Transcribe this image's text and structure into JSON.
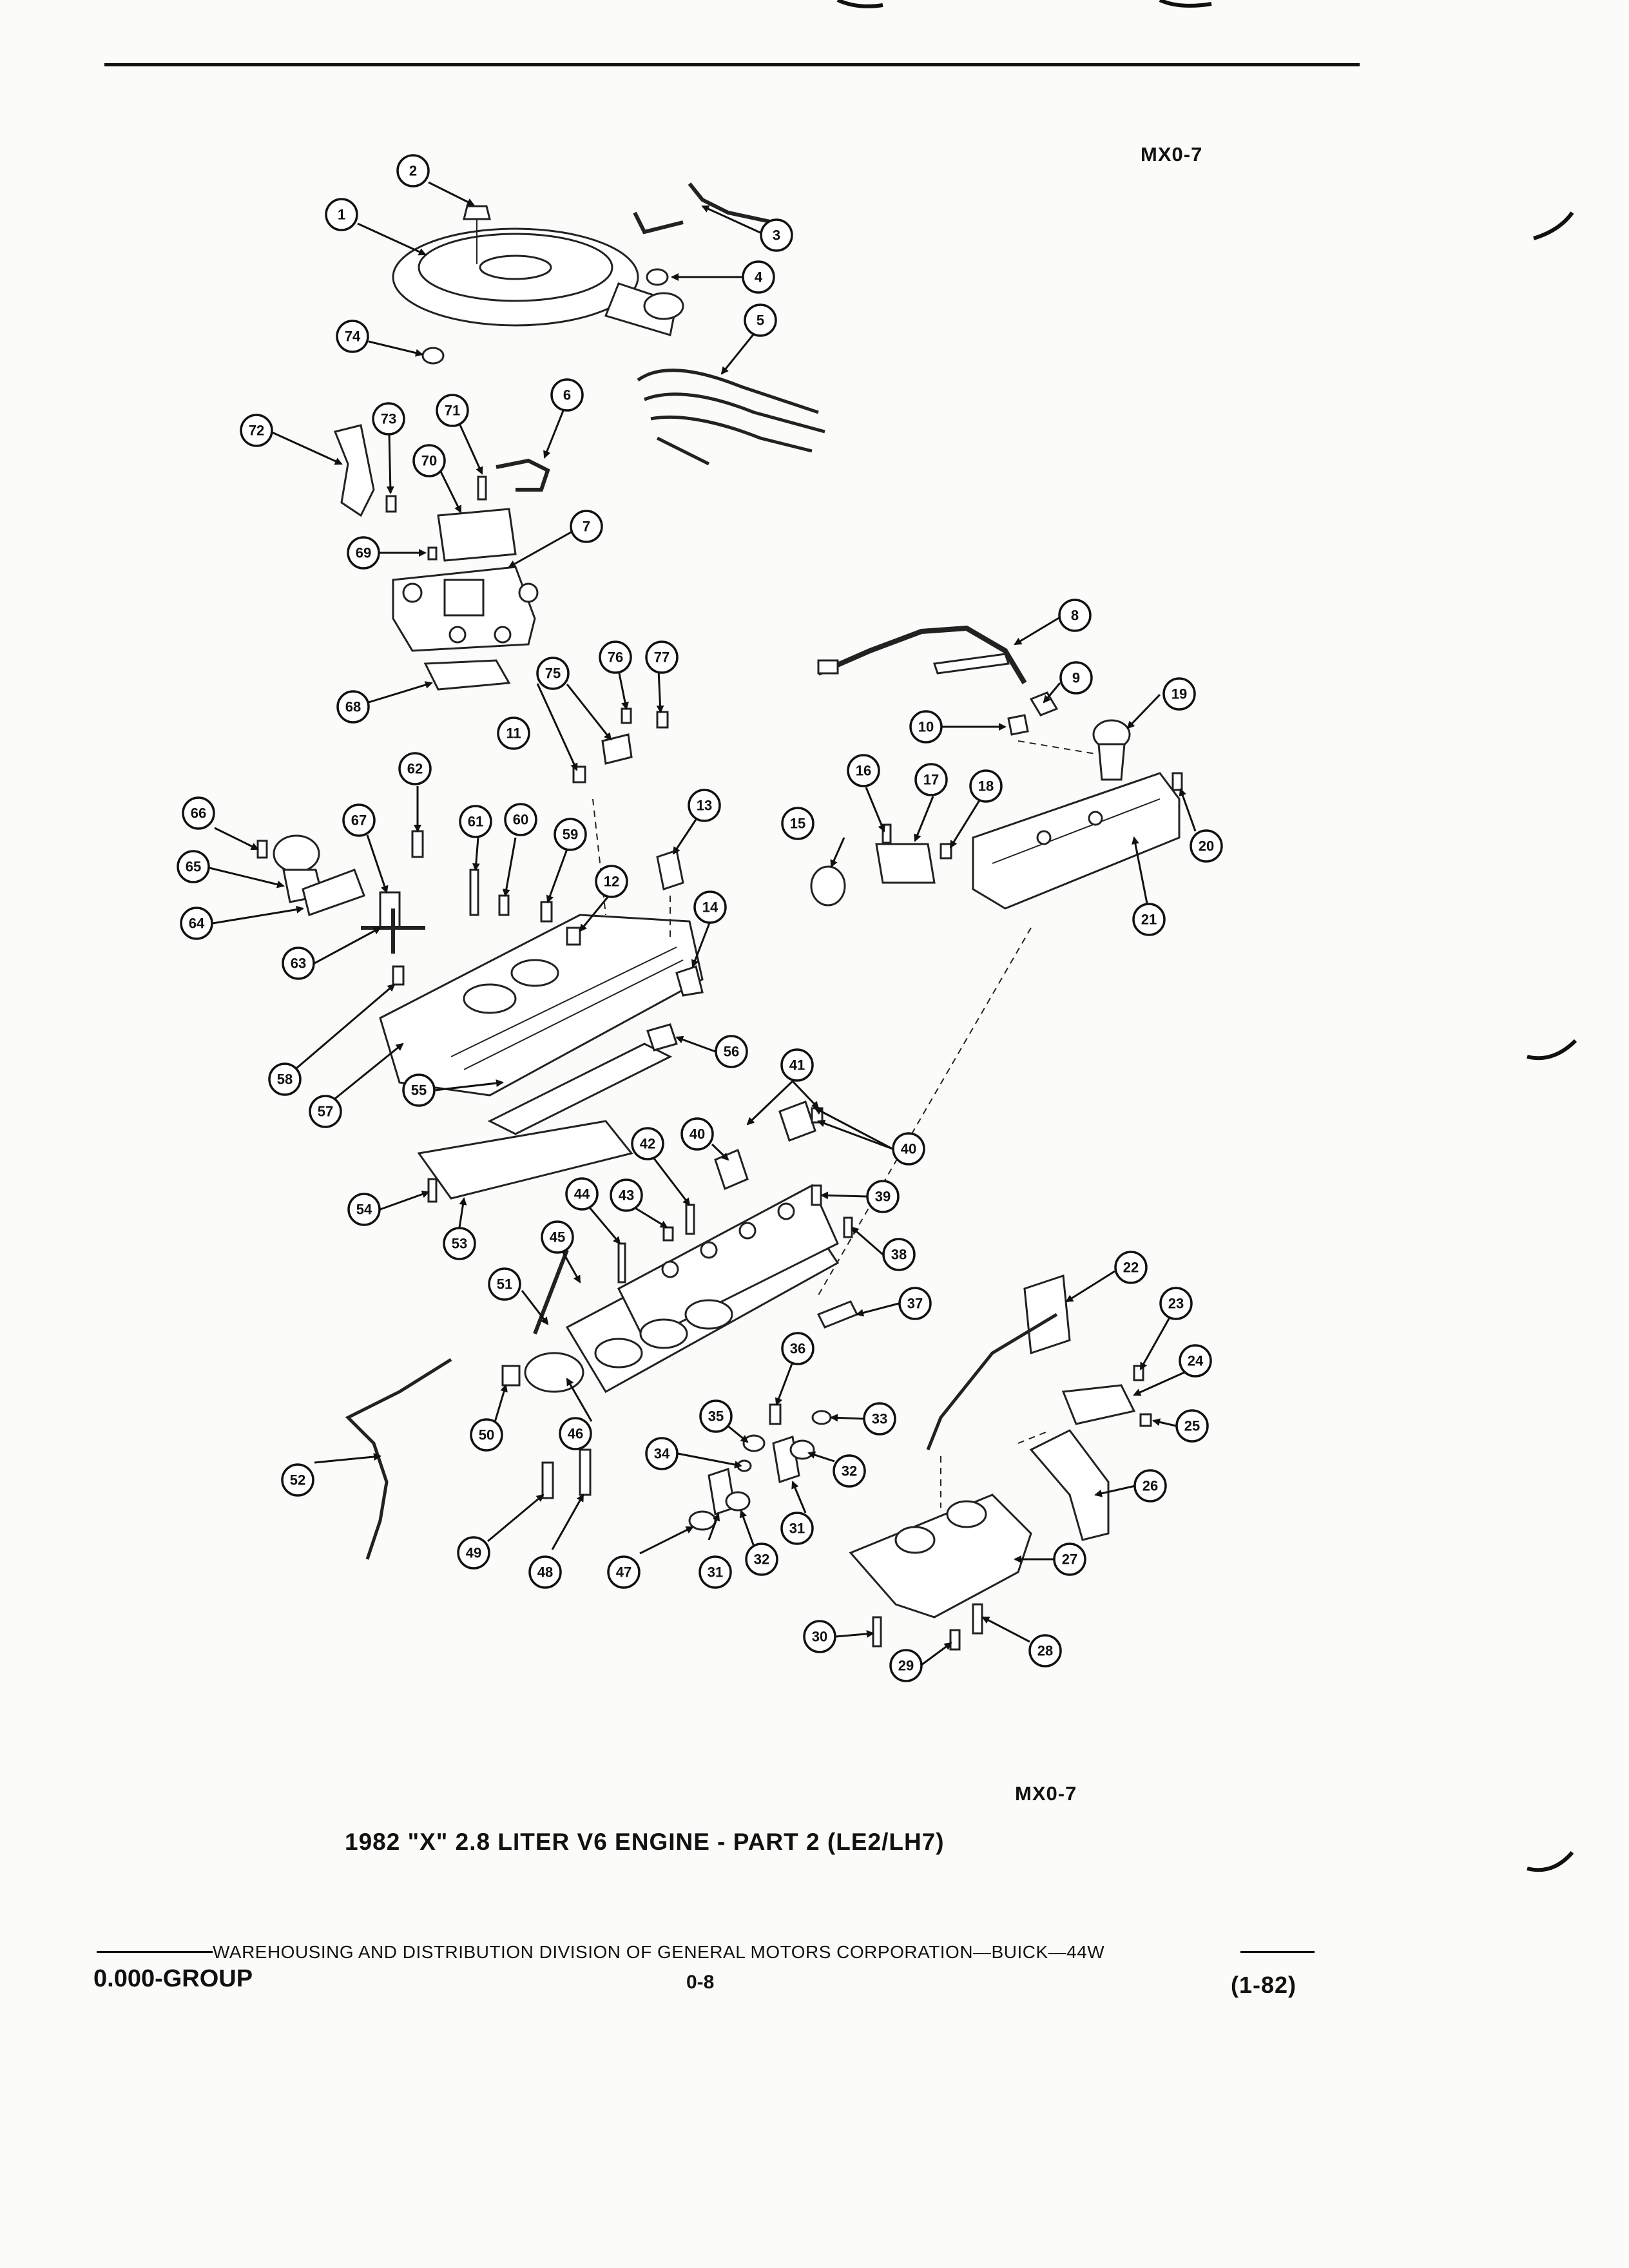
{
  "figure_id_top": "MX0-7",
  "figure_id_bottom": "MX0-7",
  "caption": "1982 \"X\" 2.8 LITER V6 ENGINE - PART 2 (LE2/LH7)",
  "footer": {
    "publisher_line": "WAREHOUSING AND DISTRIBUTION  DIVISION OF GENERAL MOTORS CORPORATION—BUICK—44W",
    "group": "0.000-GROUP",
    "page": "0-8",
    "date": "(1-82)"
  },
  "callouts": [
    {
      "id": "c1",
      "label": "1"
    },
    {
      "id": "c2",
      "label": "2"
    },
    {
      "id": "c3",
      "label": "3"
    },
    {
      "id": "c4",
      "label": "4"
    },
    {
      "id": "c5",
      "label": "5"
    },
    {
      "id": "c6",
      "label": "6"
    },
    {
      "id": "c7",
      "label": "7"
    },
    {
      "id": "c8",
      "label": "8"
    },
    {
      "id": "c9",
      "label": "9"
    },
    {
      "id": "c10",
      "label": "10"
    },
    {
      "id": "c11",
      "label": "11"
    },
    {
      "id": "c12",
      "label": "12"
    },
    {
      "id": "c13",
      "label": "13"
    },
    {
      "id": "c14",
      "label": "14"
    },
    {
      "id": "c15",
      "label": "15"
    },
    {
      "id": "c16",
      "label": "16"
    },
    {
      "id": "c17",
      "label": "17"
    },
    {
      "id": "c18",
      "label": "18"
    },
    {
      "id": "c19",
      "label": "19"
    },
    {
      "id": "c20",
      "label": "20"
    },
    {
      "id": "c21",
      "label": "21"
    },
    {
      "id": "c22",
      "label": "22"
    },
    {
      "id": "c23",
      "label": "23"
    },
    {
      "id": "c24",
      "label": "24"
    },
    {
      "id": "c25",
      "label": "25"
    },
    {
      "id": "c26",
      "label": "26"
    },
    {
      "id": "c27",
      "label": "27"
    },
    {
      "id": "c28",
      "label": "28"
    },
    {
      "id": "c29",
      "label": "29"
    },
    {
      "id": "c30",
      "label": "30"
    },
    {
      "id": "c31a",
      "label": "31"
    },
    {
      "id": "c31b",
      "label": "31"
    },
    {
      "id": "c32a",
      "label": "32"
    },
    {
      "id": "c32b",
      "label": "32"
    },
    {
      "id": "c33",
      "label": "33"
    },
    {
      "id": "c34",
      "label": "34"
    },
    {
      "id": "c35",
      "label": "35"
    },
    {
      "id": "c36",
      "label": "36"
    },
    {
      "id": "c37",
      "label": "37"
    },
    {
      "id": "c38",
      "label": "38"
    },
    {
      "id": "c39",
      "label": "39"
    },
    {
      "id": "c40a",
      "label": "40"
    },
    {
      "id": "c40b",
      "label": "40"
    },
    {
      "id": "c41",
      "label": "41"
    },
    {
      "id": "c42",
      "label": "42"
    },
    {
      "id": "c43",
      "label": "43"
    },
    {
      "id": "c44",
      "label": "44"
    },
    {
      "id": "c45",
      "label": "45"
    },
    {
      "id": "c46",
      "label": "46"
    },
    {
      "id": "c47",
      "label": "47"
    },
    {
      "id": "c48",
      "label": "48"
    },
    {
      "id": "c49",
      "label": "49"
    },
    {
      "id": "c50",
      "label": "50"
    },
    {
      "id": "c51",
      "label": "51"
    },
    {
      "id": "c52",
      "label": "52"
    },
    {
      "id": "c53",
      "label": "53"
    },
    {
      "id": "c54",
      "label": "54"
    },
    {
      "id": "c55",
      "label": "55"
    },
    {
      "id": "c56",
      "label": "56"
    },
    {
      "id": "c57",
      "label": "57"
    },
    {
      "id": "c58",
      "label": "58"
    },
    {
      "id": "c59",
      "label": "59"
    },
    {
      "id": "c60",
      "label": "60"
    },
    {
      "id": "c61",
      "label": "61"
    },
    {
      "id": "c62",
      "label": "62"
    },
    {
      "id": "c63",
      "label": "63"
    },
    {
      "id": "c64",
      "label": "64"
    },
    {
      "id": "c65",
      "label": "65"
    },
    {
      "id": "c66",
      "label": "66"
    },
    {
      "id": "c67",
      "label": "67"
    },
    {
      "id": "c68",
      "label": "68"
    },
    {
      "id": "c69",
      "label": "69"
    },
    {
      "id": "c70",
      "label": "70"
    },
    {
      "id": "c71",
      "label": "71"
    },
    {
      "id": "c72",
      "label": "72"
    },
    {
      "id": "c73",
      "label": "73"
    },
    {
      "id": "c74",
      "label": "74"
    },
    {
      "id": "c75",
      "label": "75"
    },
    {
      "id": "c76",
      "label": "76"
    },
    {
      "id": "c77",
      "label": "77"
    }
  ]
}
